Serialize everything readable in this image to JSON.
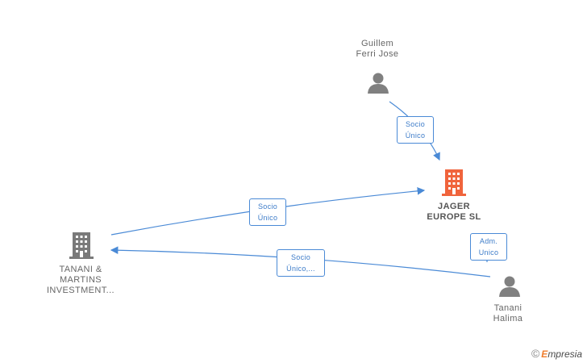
{
  "nodes": {
    "guillem": {
      "name_line1": "Guillem",
      "name_line2": "Ferri Jose",
      "kind": "person"
    },
    "jager": {
      "name_line1": "JAGER",
      "name_line2": "EUROPE SL",
      "kind": "company",
      "color": "#f0643c"
    },
    "tanani_martins": {
      "name_line1": "TANANI &",
      "name_line2": "MARTINS",
      "name_line3": "INVESTMENT...",
      "kind": "company",
      "color": "#7a7a7a"
    },
    "tanani_halima": {
      "name_line1": "Tanani",
      "name_line2": "Halima",
      "kind": "person"
    }
  },
  "edges": {
    "guillem_jager": {
      "line1": "Socio",
      "line2": "Único"
    },
    "tm_jager": {
      "line1": "Socio",
      "line2": "Único"
    },
    "halima_tm": {
      "line1": "Socio",
      "line2": "Único,..."
    },
    "halima_jager": {
      "line1": "Adm.",
      "line2": "Unico"
    }
  },
  "colors": {
    "edge": "#4a8ad6",
    "person": "#808080",
    "company_main": "#f0643c",
    "company": "#7a7a7a"
  },
  "footer": {
    "copyright": "©",
    "brand_initial": "E",
    "brand_rest": "mpresia"
  }
}
